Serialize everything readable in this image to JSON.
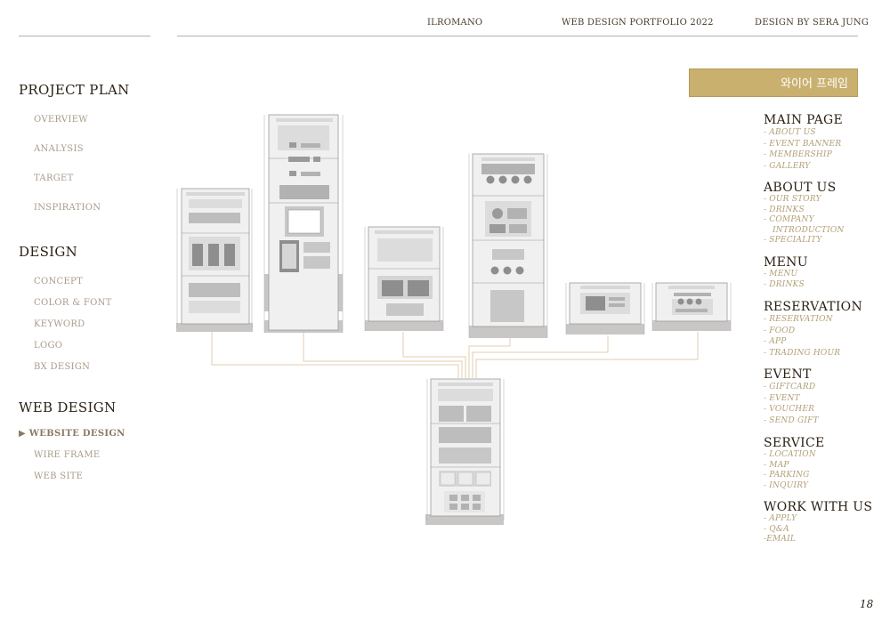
{
  "header": {
    "brand": "ILROMANO",
    "portfolio": "WEB DESIGN PORTFOLIO 2022",
    "author": "DESIGN BY SERA JUNG"
  },
  "sidebar": {
    "project_plan": {
      "title": "PROJECT PLAN",
      "items": [
        "OVERVIEW",
        "ANALYSIS",
        "TARGET",
        "INSPIRATION"
      ]
    },
    "design": {
      "title": "DESIGN",
      "items": [
        "CONCEPT",
        "COLOR & FONT",
        "KEYWORD",
        "LOGO",
        "BX DESIGN"
      ]
    },
    "web_design": {
      "title": "WEB DESIGN",
      "items": [
        "▶ WEBSITE DESIGN",
        "WIRE FRAME",
        "WEB SITE"
      ]
    }
  },
  "badge": {
    "label": "와이어 프레임"
  },
  "sitemap": [
    {
      "title": "MAIN PAGE",
      "items": [
        "- ABOUT US",
        "- EVENT BANNER",
        "- MEMBERSHIP",
        "- GALLERY"
      ]
    },
    {
      "title": "ABOUT US",
      "items": [
        "- OUR STORY",
        "- DRINKS",
        "- COMPANY",
        "INTRODUCTION",
        "- SPECIALITY"
      ]
    },
    {
      "title": "MENU",
      "items": [
        "- MENU",
        "- DRINKS"
      ]
    },
    {
      "title": "RESERVATION",
      "items": [
        "- RESERVATION",
        "- FOOD",
        "- APP",
        "- TRADING HOUR"
      ]
    },
    {
      "title": "EVENT",
      "items": [
        "- GIFTCARD",
        "- EVENT",
        "- VOUCHER",
        "- SEND GIFT"
      ]
    },
    {
      "title": "SERVICE",
      "items": [
        "- LOCATION",
        "- MAP",
        "- PARKING",
        "- INQUIRY"
      ]
    },
    {
      "title": "WORK WITH US",
      "items": [
        "- APPLY",
        "- Q&A",
        "-EMAIL"
      ]
    }
  ],
  "page_number": "18",
  "colors": {
    "accent_gold": "#c9b06f",
    "wireframe_gray": "#bcbcbc",
    "connector": "#e2cdb0"
  }
}
